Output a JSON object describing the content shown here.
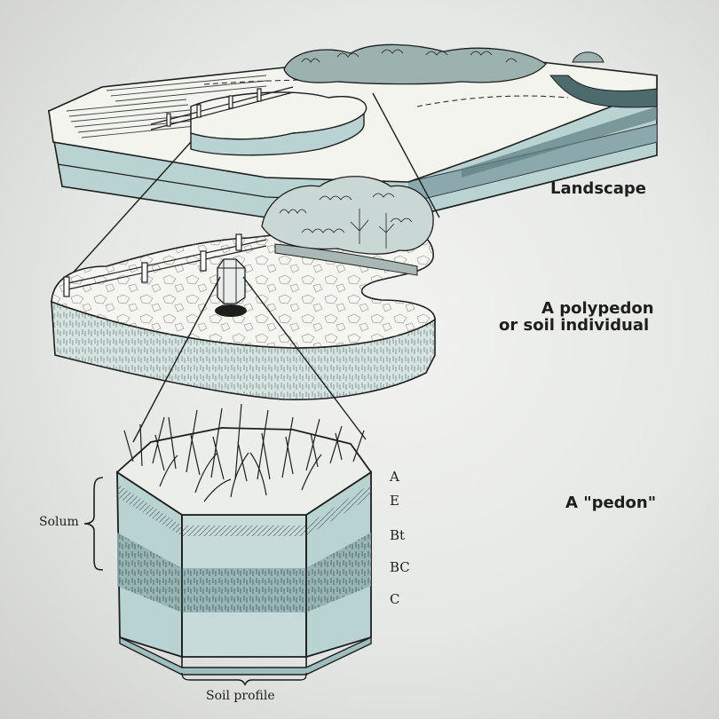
{
  "labels": {
    "landscape": "Landscape",
    "polypedon_line1": "A polypedon",
    "polypedon_line2": "or soil individual",
    "pedon": "A \"pedon\"",
    "solum": "Solum",
    "soil_profile": "Soil profile"
  },
  "horizons": [
    "A",
    "E",
    "Bt",
    "BC",
    "C"
  ],
  "colors": {
    "background": "#e6e8e6",
    "layer_teal": "#b9d3d2",
    "layer_dark": "#7f9fa2",
    "line": "#1e1e1e",
    "field": "#f4f4ef"
  }
}
